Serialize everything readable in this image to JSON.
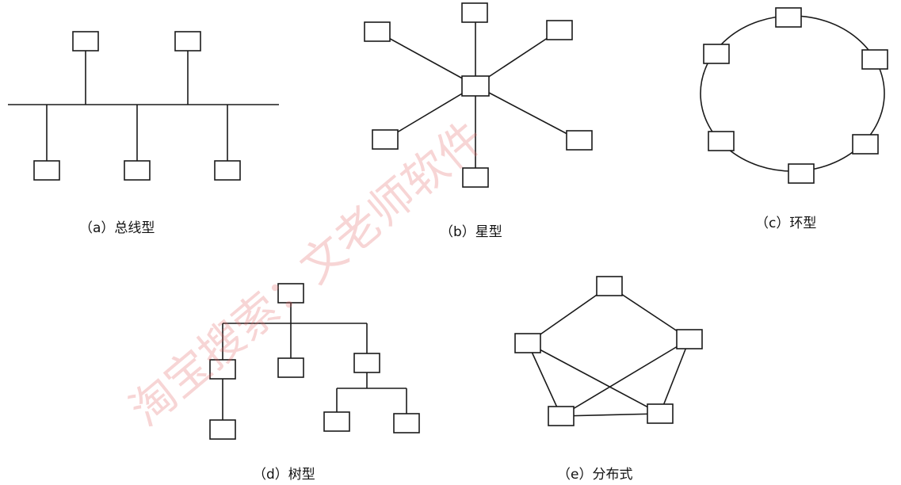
{
  "captions": {
    "bus": "（a）总线型",
    "star": "（b）星型",
    "ring": "（c）环型",
    "tree": "（d）树型",
    "mesh": "（e）分布式"
  },
  "watermark": "淘宝搜索：文老师软件",
  "colors": {
    "line": "#1a1a1a",
    "watermark": "#e36b6b"
  }
}
